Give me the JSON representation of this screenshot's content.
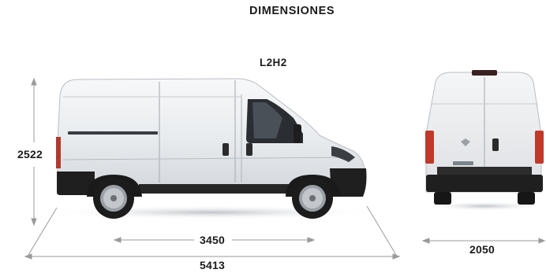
{
  "title": "DIMENSIONES",
  "model": "L2H2",
  "dimensions": {
    "height": "2522",
    "wheelbase": "3450",
    "length": "5413",
    "width": "2050"
  },
  "colors": {
    "body": "#e9ecef",
    "shadow": "#cfd3d8",
    "bumper": "#1f1f1f",
    "taillight": "#c0392b",
    "dimension_line": "#9a9a9a"
  }
}
